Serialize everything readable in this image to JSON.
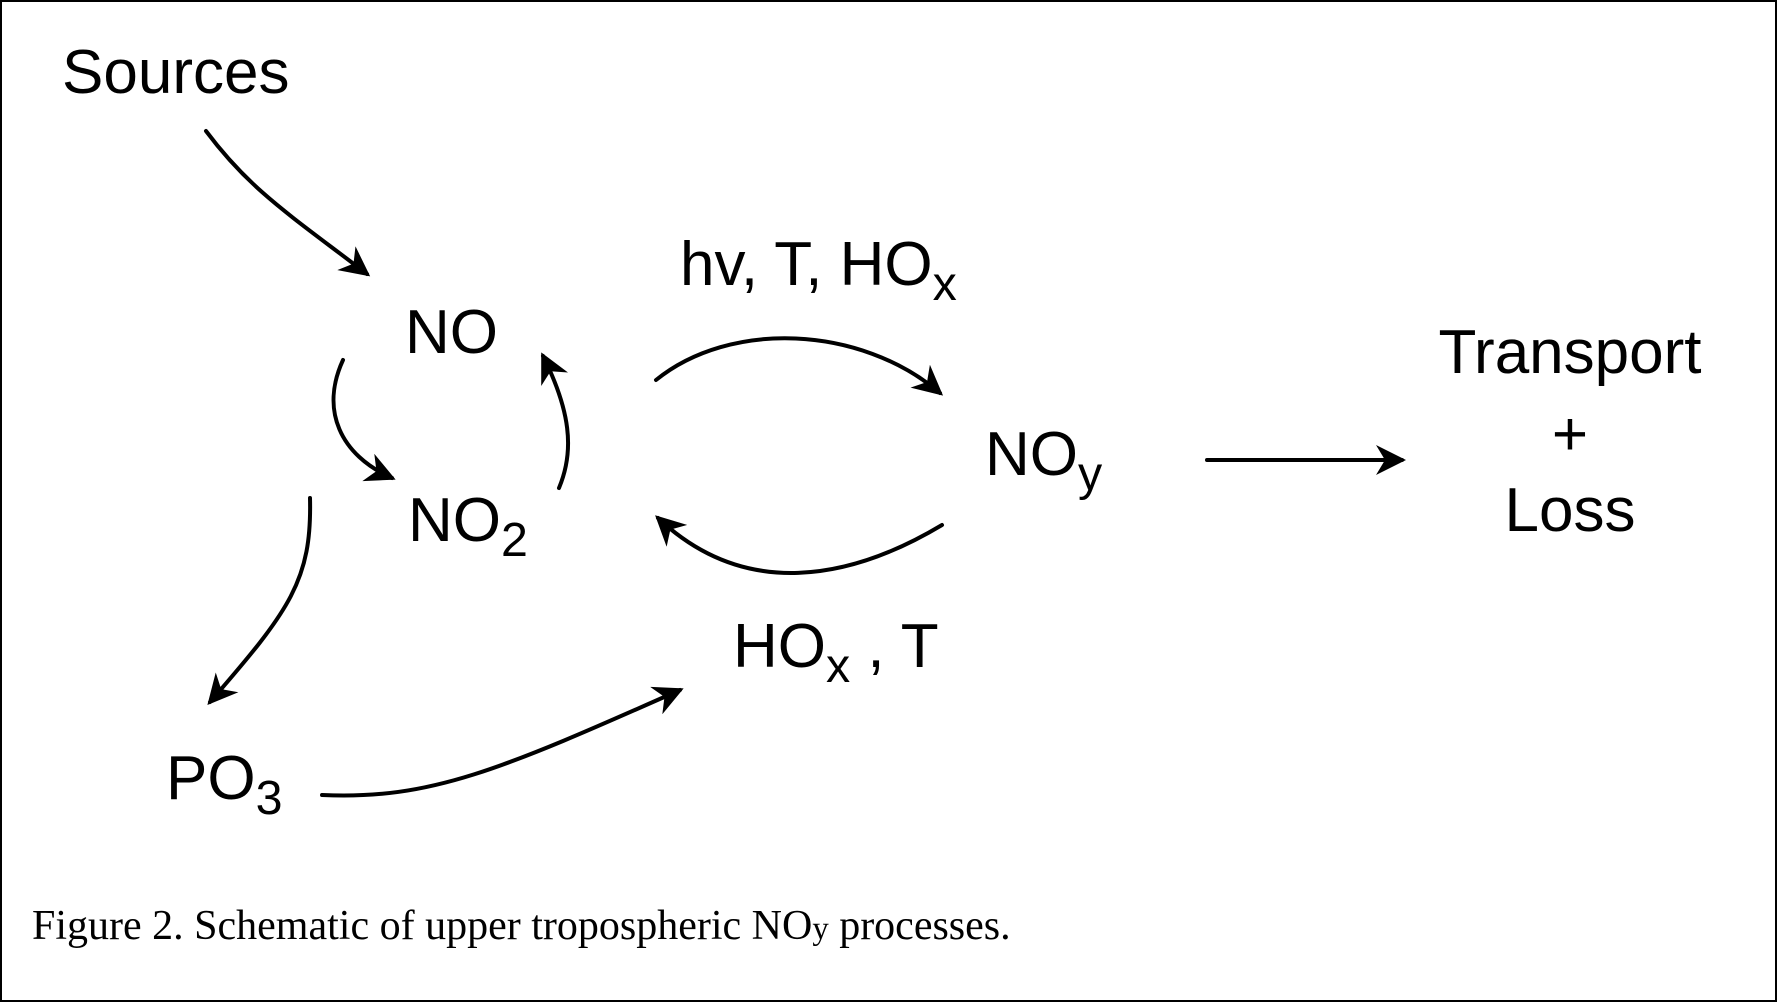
{
  "nodes": {
    "sources": "Sources",
    "no": "NO",
    "no2_base": "NO",
    "no2_sub": "2",
    "noy_base": "NO",
    "noy_sub": "y",
    "po3_base": "PO",
    "po3_sub": "3",
    "transport": "Transport",
    "plus": "+",
    "loss": "Loss"
  },
  "labels": {
    "top_reaction_base": "hv, T, HO",
    "top_reaction_sub": "x",
    "bottom_reaction_base": "HO",
    "bottom_reaction_sub": "x",
    "bottom_reaction_tail": " , T"
  },
  "caption": {
    "prefix": "Figure 2.  Schematic of upper tropospheric NO",
    "sub": "y",
    "suffix": " processes."
  }
}
